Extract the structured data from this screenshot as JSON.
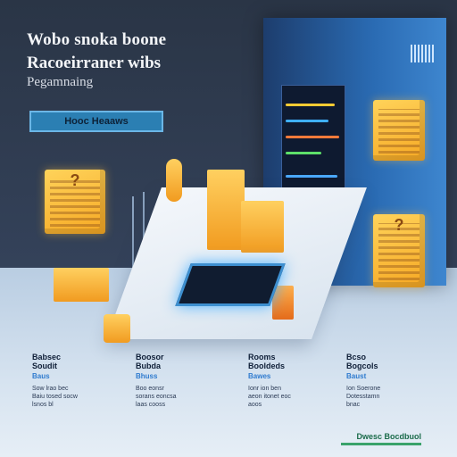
{
  "header": {
    "title": "Wobo snoka boone",
    "subtitle": "Racoeirraner wibs",
    "tagline": "Pegamnaing"
  },
  "cta": {
    "label": "Hooc Heaaws"
  },
  "tower": {
    "label": "▭▭▭"
  },
  "cubes": [
    {
      "glyph": "?"
    },
    {
      "glyph": ""
    },
    {
      "glyph": ""
    },
    {
      "glyph": "?"
    }
  ],
  "columns": [
    {
      "title": "Babsec\nSoudit",
      "sub": "Baus",
      "body": "Sow lrao bec\nBaiu tosed socw\nlsnos bl"
    },
    {
      "title": "Boosor\nBubda",
      "sub": "Bhuss",
      "body": "Boo eonsr\nsorans eoncsa\nlaas cooss"
    },
    {
      "title": "Rooms\nBooldeds",
      "sub": "Bawes",
      "body": "Ionr ion ben\naeon itonet eoc\naoos"
    },
    {
      "title": "Bcso\nBogcols",
      "sub": "Baust",
      "body": "Ion Soerone\nDotesstamn\nbnac"
    }
  ],
  "footer": {
    "text": "Dwesc Bocdbuol"
  },
  "colors": {
    "background": "#2e3a4c",
    "accent": "#2b7fb3",
    "cube": "#f6a823",
    "floor": "#d6e3f0"
  }
}
